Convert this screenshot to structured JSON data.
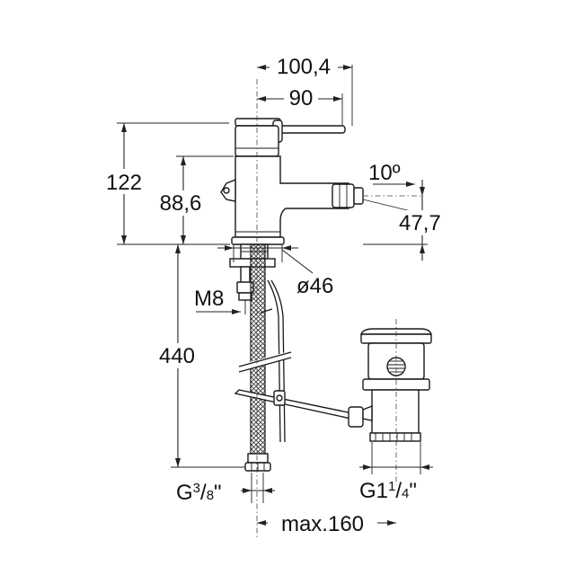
{
  "dimensions": {
    "overall_depth": "100,4",
    "lever_depth": "90",
    "overall_height": "122",
    "spout_height": "88,6",
    "spray_angle": "10º",
    "spout_outlet_height": "47,7",
    "base_diameter": "ø46",
    "fixing_stud": "M8",
    "hose_length": "440",
    "hose_connection_base": "G",
    "hose_connection_num": "3",
    "hose_connection_den": "8",
    "hose_connection_suffix": "\"",
    "waste_connection_base": "G1",
    "waste_connection_num": "1",
    "waste_connection_den": "4",
    "waste_connection_suffix": "\"",
    "max_distance": "max.160"
  }
}
